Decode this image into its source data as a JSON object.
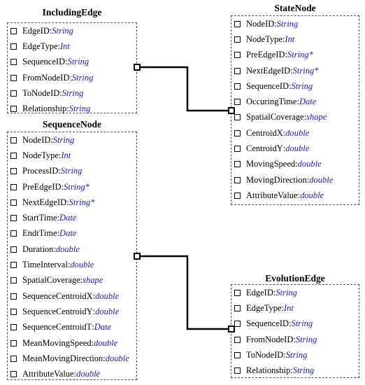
{
  "entities": {
    "including_edge": {
      "title": "IncludingEdge",
      "attributes": [
        {
          "name": "EdgeID",
          "type": "String"
        },
        {
          "name": "EdgeType",
          "type": "Int"
        },
        {
          "name": "SequenceID",
          "type": "String"
        },
        {
          "name": "FromNodeID",
          "type": "String"
        },
        {
          "name": "ToNodeID",
          "type": "String"
        },
        {
          "name": "Relationship",
          "type": "String"
        }
      ]
    },
    "sequence_node": {
      "title": "SequenceNode",
      "attributes": [
        {
          "name": "NodeID",
          "type": "String"
        },
        {
          "name": "NodeType",
          "type": "Int"
        },
        {
          "name": "ProcessID",
          "type": "String"
        },
        {
          "name": "PreEdgeID",
          "type": "String*"
        },
        {
          "name": "NextEdgeID",
          "type": "String*"
        },
        {
          "name": "StartTime",
          "type": "Date"
        },
        {
          "name": "EndtTime",
          "type": "Date"
        },
        {
          "name": "Duration",
          "type": "double"
        },
        {
          "name": "TimeInterval",
          "type": "double"
        },
        {
          "name": "SpatialCoverage",
          "type": "shape"
        },
        {
          "name": "SequenceCentroidX",
          "type": "double"
        },
        {
          "name": "SequenceCentroidY",
          "type": "double"
        },
        {
          "name": "SequenceCentroidT",
          "type": "Date"
        },
        {
          "name": "MeanMovingSpeed",
          "type": "double"
        },
        {
          "name": "MeanMovingDirection",
          "type": "double"
        },
        {
          "name": "AttributeValue",
          "type": "double"
        }
      ]
    },
    "state_node": {
      "title": "StateNode",
      "attributes": [
        {
          "name": "NodeID",
          "type": "String"
        },
        {
          "name": "NodeType",
          "type": "Int"
        },
        {
          "name": "PreEdgeID",
          "type": "String*"
        },
        {
          "name": "NextEdgeID",
          "type": "String*"
        },
        {
          "name": "SequenceID",
          "type": "String"
        },
        {
          "name": "OccuringTime",
          "type": "Date"
        },
        {
          "name": "SpatialCoverage",
          "type": "shape"
        },
        {
          "name": "CentroidX",
          "type": "double"
        },
        {
          "name": "CentroidY",
          "type": "double"
        },
        {
          "name": "MovingSpeed",
          "type": "double"
        },
        {
          "name": "MovingDirection",
          "type": "double"
        },
        {
          "name": "AttributeValue",
          "type": "double"
        }
      ]
    },
    "evolution_edge": {
      "title": "EvolutionEdge",
      "attributes": [
        {
          "name": "EdgeID",
          "type": "String"
        },
        {
          "name": "EdgeType",
          "type": "Int"
        },
        {
          "name": "SequenceID",
          "type": "String"
        },
        {
          "name": "FromNodeID",
          "type": "String"
        },
        {
          "name": "ToNodeID",
          "type": "String"
        },
        {
          "name": "Relationship",
          "type": "String"
        }
      ]
    }
  },
  "colors": {
    "type_text": "#1a1acc",
    "connector": "#000000",
    "box_border": "#555555"
  }
}
